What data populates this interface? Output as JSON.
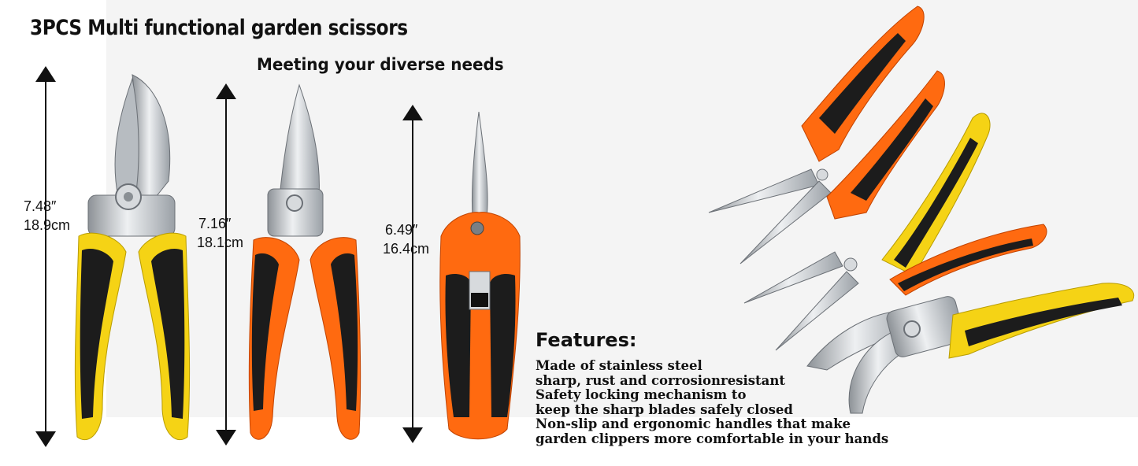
{
  "header": {
    "title": "3PCS  Multi functional garden scissors",
    "subtitle": "Meeting your diverse needs"
  },
  "dimensions": [
    {
      "inches": "7.48″",
      "cm": "18.9cm"
    },
    {
      "inches": "7.16″",
      "cm": "18.1cm"
    },
    {
      "inches": "6.49″",
      "cm": "16.4cm"
    }
  ],
  "features": {
    "heading": "Features:",
    "lines": [
      "Made of stainless steel",
      "sharp, rust and corrosionresistant",
      "Safety locking mechanism to",
      "keep the sharp blades safely closed",
      "Non-slip and ergonomic handles that make",
      "garden clippers more comfortable in your hands"
    ]
  },
  "colors": {
    "yellow_handle": "#f5d315",
    "orange_handle": "#ff6a10",
    "black_grip": "#1c1c1c",
    "steel": "#c9ccd0"
  }
}
